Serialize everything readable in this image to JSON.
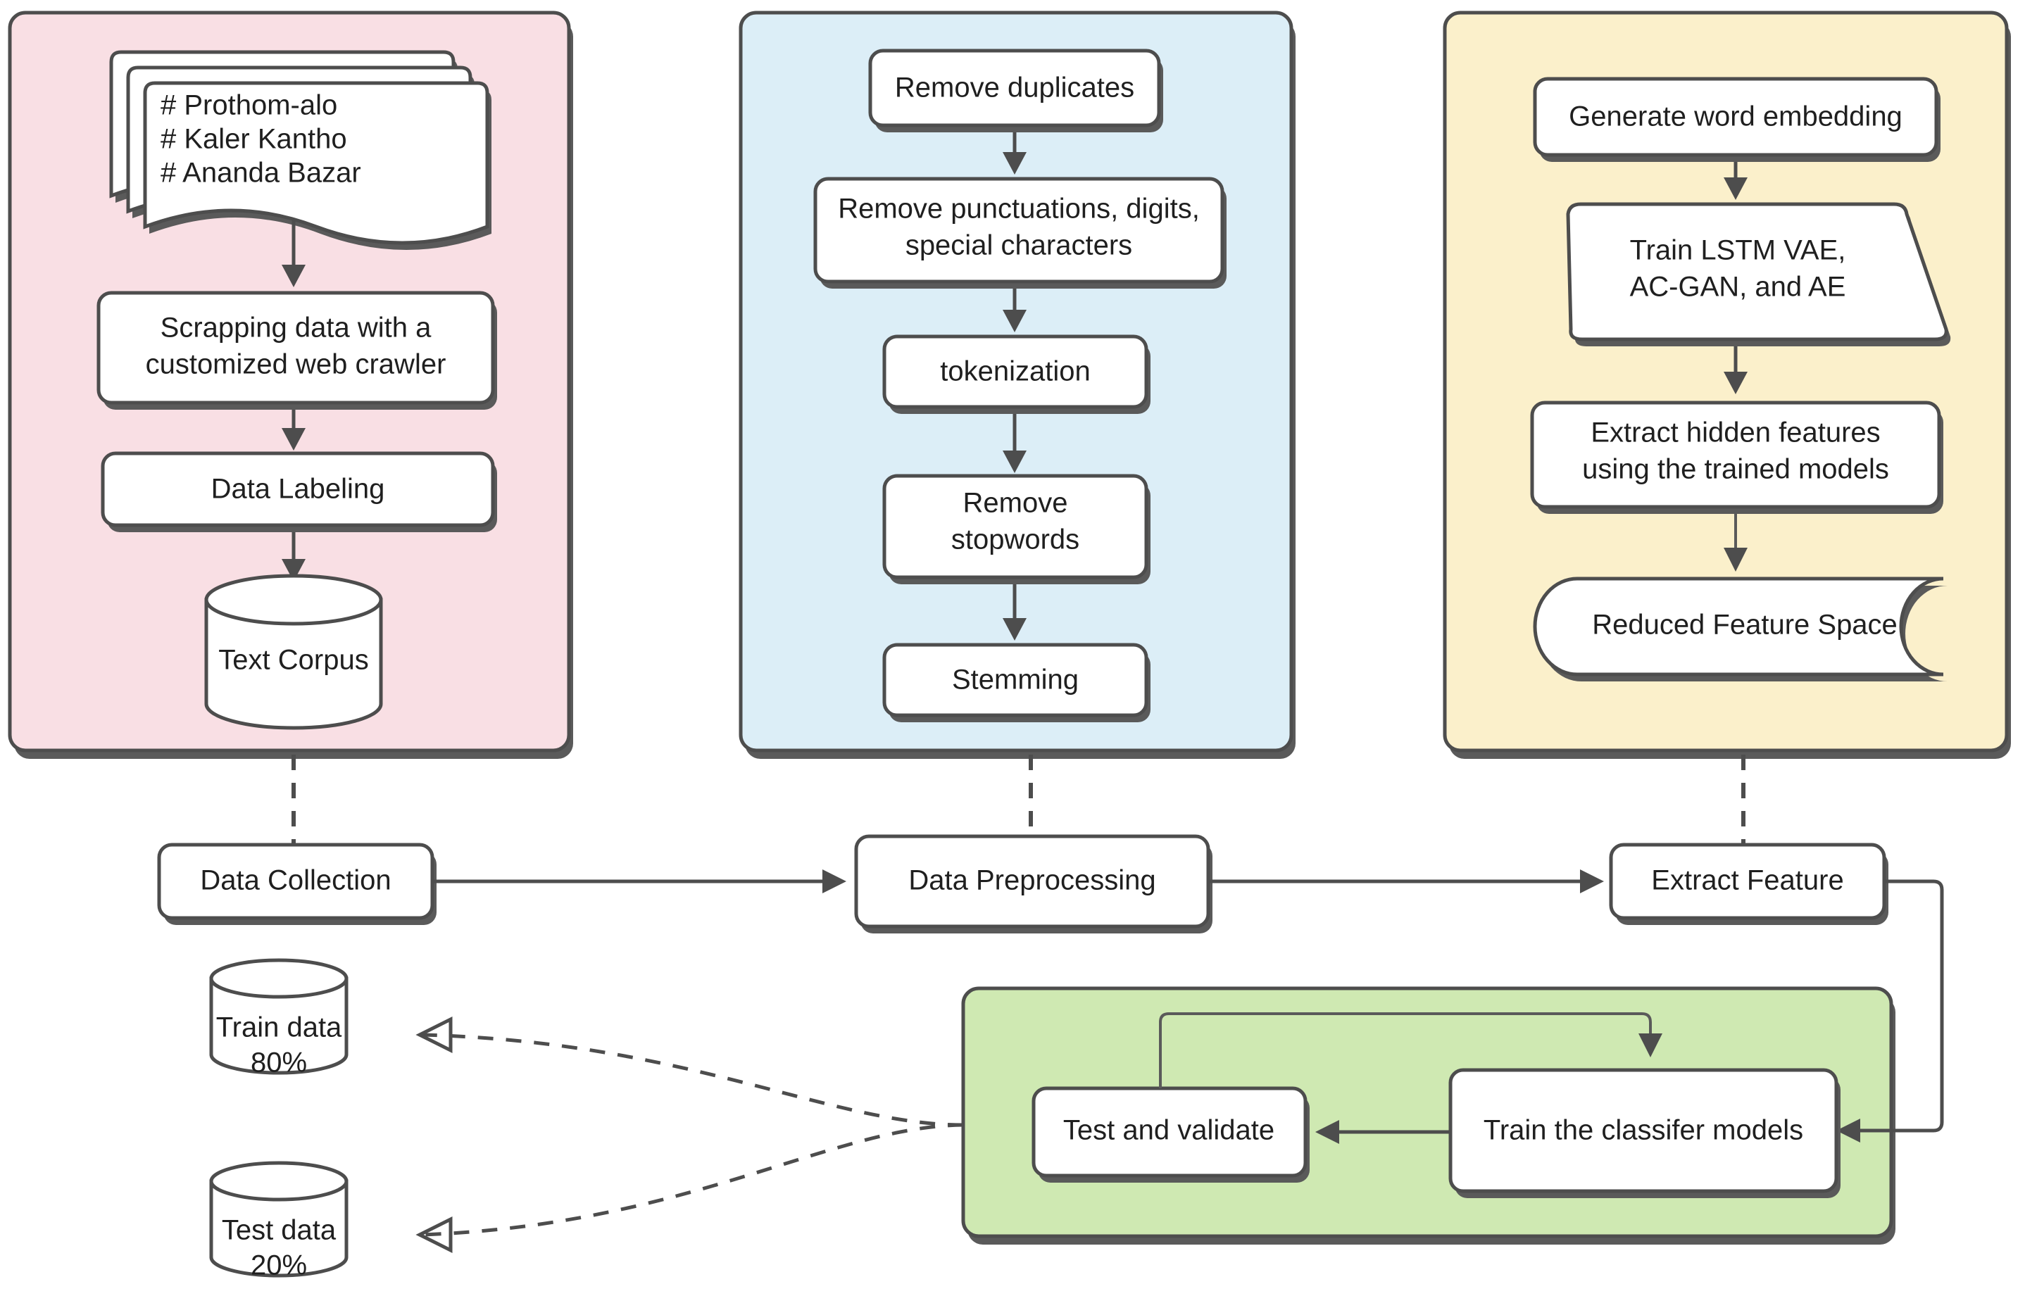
{
  "figure": {
    "type": "flowchart",
    "background": "#ffffff",
    "stroke_color": "#4d4d4d",
    "text_color": "#1f1f1f"
  },
  "groups": [
    {
      "id": "data-collection-group",
      "fill": "#f9dfe4",
      "label": ""
    },
    {
      "id": "data-preprocessing-group",
      "fill": "#dceef7",
      "label": ""
    },
    {
      "id": "extract-feature-group",
      "fill": "#fbf0cb",
      "label": ""
    },
    {
      "id": "model-training-group",
      "fill": "#cfe9b2",
      "label": ""
    }
  ],
  "collection": {
    "sources_lines": [
      "# Prothom-alo",
      "# Kaler Kantho",
      "# Ananda Bazar"
    ],
    "scrape_line1": "Scrapping data with a",
    "scrape_line2": "customized web crawler",
    "labeling": "Data Labeling",
    "corpus": "Text Corpus"
  },
  "preprocessing": {
    "remove_duplicates": "Remove duplicates",
    "remove_punct_line1": "Remove punctuations, digits,",
    "remove_punct_line2": "special characters",
    "tokenization": "tokenization",
    "remove_stopwords_line1": "Remove",
    "remove_stopwords_line2": "stopwords",
    "stemming": "Stemming"
  },
  "features": {
    "word_embedding": "Generate word embedding",
    "train_models_line1": "Train LSTM VAE,",
    "train_models_line2": "AC-GAN, and AE",
    "extract_hidden_line1": "Extract hidden features",
    "extract_hidden_line2": "using the trained models",
    "reduced_space": "Reduced Feature Space"
  },
  "pipeline": {
    "data_collection": "Data Collection",
    "data_preprocessing": "Data Preprocessing",
    "extract_feature": "Extract Feature"
  },
  "splits": {
    "train_line1": "Train data",
    "train_line2": "80%",
    "test_line1": "Test data",
    "test_line2": "20%"
  },
  "modeling": {
    "test_validate": "Test and validate",
    "train_classifier": "Train the classifer models"
  }
}
